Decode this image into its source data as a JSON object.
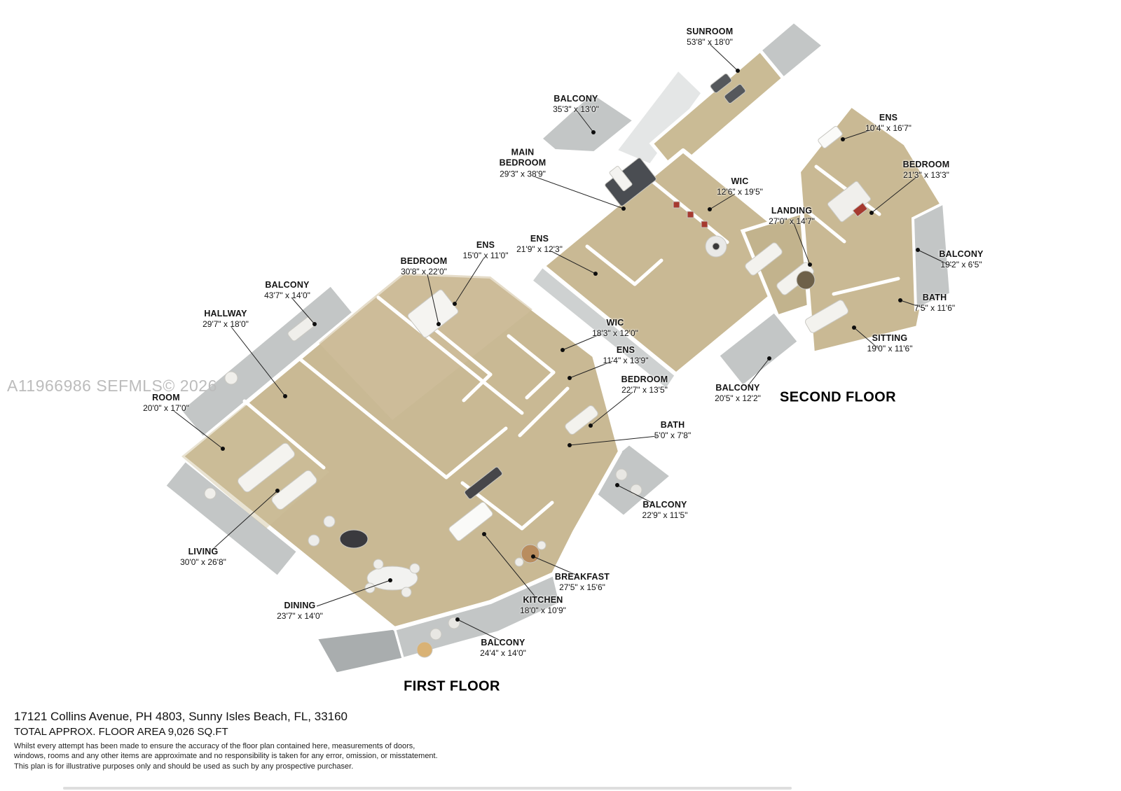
{
  "watermark": "A11966986  SEFMLS© 2026",
  "floors": {
    "first": {
      "title": "FIRST FLOOR",
      "rooms": [
        {
          "name": "ENS",
          "dims": "15'0\" x 11'0\""
        },
        {
          "name": "BEDROOM",
          "dims": "30'8\" x 22'0\""
        },
        {
          "name": "BALCONY",
          "dims": "43'7\" x 14'0\""
        },
        {
          "name": "HALLWAY",
          "dims": "29'7\" x 18'0\""
        },
        {
          "name": "WIC",
          "dims": "18'3\" x 12'0\""
        },
        {
          "name": "ENS",
          "dims": "11'4\" x 13'9\""
        },
        {
          "name": "BEDROOM",
          "dims": "22'7\" x 13'5\""
        },
        {
          "name": "ROOM",
          "dims": "20'0\" x 17'0\""
        },
        {
          "name": "BATH",
          "dims": "5'0\" x 7'8\""
        },
        {
          "name": "BALCONY",
          "dims": "22'9\" x 11'5\""
        },
        {
          "name": "LIVING",
          "dims": "30'0\" x 26'8\""
        },
        {
          "name": "BREAKFAST",
          "dims": "27'5\" x 15'6\""
        },
        {
          "name": "KITCHEN",
          "dims": "18'0\" x 10'9\""
        },
        {
          "name": "DINING",
          "dims": "23'7\" x 14'0\""
        },
        {
          "name": "BALCONY",
          "dims": "24'4\" x 14'0\""
        }
      ]
    },
    "second": {
      "title": "SECOND FLOOR",
      "rooms": [
        {
          "name": "SUNROOM",
          "dims": "53'8\" x 18'0\""
        },
        {
          "name": "BALCONY",
          "dims": "35'3\" x 13'0\""
        },
        {
          "name": "ENS",
          "dims": "10'4\" x 16'7\""
        },
        {
          "name": "MAIN BEDROOM",
          "dims": "29'3\" x 38'9\""
        },
        {
          "name": "WIC",
          "dims": "12'6\" x 19'5\""
        },
        {
          "name": "BEDROOM",
          "dims": "21'3\" x 13'3\""
        },
        {
          "name": "LANDING",
          "dims": "27'0\" x 14'7\""
        },
        {
          "name": "ENS",
          "dims": "21'9\" x 12'3\""
        },
        {
          "name": "BALCONY",
          "dims": "19'2\" x 6'5\""
        },
        {
          "name": "BATH",
          "dims": "7'5\" x 11'6\""
        },
        {
          "name": "SITTING",
          "dims": "19'0\" x 11'6\""
        },
        {
          "name": "BALCONY",
          "dims": "20'5\" x 12'2\""
        }
      ]
    }
  },
  "footer": {
    "address": "17121 Collins Avenue, PH 4803, Sunny Isles Beach, FL, 33160",
    "area": "TOTAL APPROX. FLOOR AREA 9,026 SQ.FT",
    "disclaimer": [
      "Whilst every attempt has been made to ensure the accuracy of the floor plan contained here, measurements of doors,",
      "windows, rooms and any other items are approximate and no responsibility is taken for any error, omission, or misstatement.",
      "This plan is for illustrative purposes only and should be used as such by any prospective purchaser."
    ]
  },
  "colors": {
    "floor_tan": "#c9b994",
    "balcony_gray": "#c3c6c6",
    "wall_white": "#ffffff",
    "accent_red": "#a63a30"
  }
}
